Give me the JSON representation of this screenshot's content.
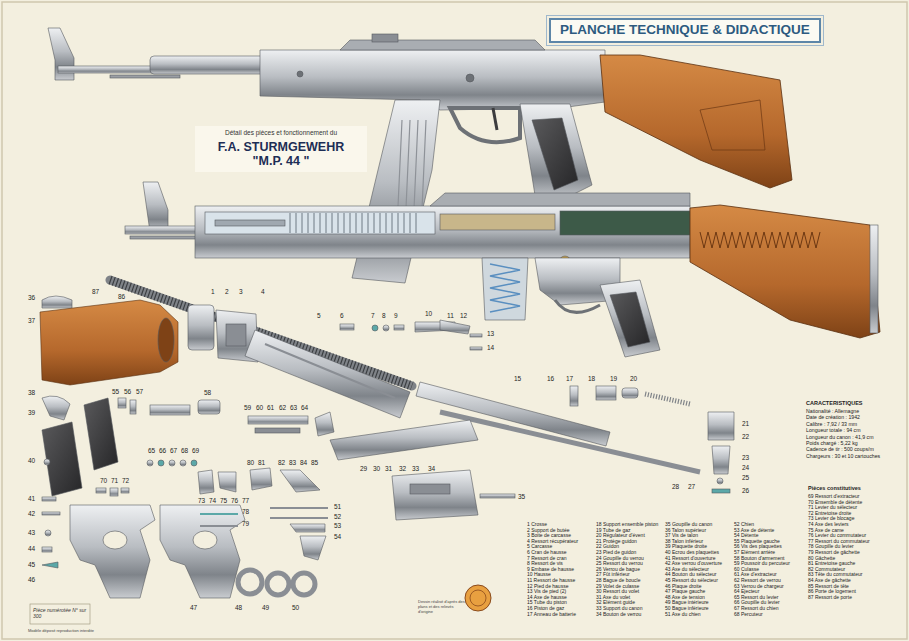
{
  "diagram": {
    "title": "PLANCHE TECHNIQUE & DIDACTIQUE",
    "nodes": [
      {
        "text": [
          "Détail des pièces et fonctionnement du",
          "F.A. STURMGEWEHR",
          "\"M.P. 44 \""
        ]
      }
    ],
    "labels": [
      "1",
      "2",
      "3",
      "4",
      "5",
      "6",
      "7",
      "8",
      "9",
      "10",
      "11",
      "12",
      "13",
      "14",
      "15",
      "16",
      "17",
      "18",
      "19",
      "20",
      "21",
      "22",
      "23",
      "24",
      "25",
      "26",
      "27",
      "28",
      "29",
      "30",
      "31",
      "32",
      "33",
      "34",
      "35",
      "36",
      "37",
      "38",
      "39",
      "40",
      "41",
      "42",
      "43",
      "44",
      "45",
      "46",
      "47",
      "48",
      "49",
      "50",
      "51",
      "52",
      "53",
      "54",
      "55",
      "56",
      "57",
      "58",
      "59",
      "60",
      "61",
      "62",
      "63",
      "64",
      "65",
      "66",
      "67",
      "68",
      "69",
      "70",
      "71",
      "72",
      "73",
      "74",
      "75",
      "76",
      "77",
      "78",
      "79",
      "80",
      "81",
      "82",
      "83",
      "84",
      "85",
      "86",
      "87",
      "1 Crosse",
      "2 Support de butée",
      "3 Boite de carcasse",
      "4 Ressort récupérateur",
      "5 Carcasse",
      "6 Cran de hausse",
      "7 Ressort de cran",
      "8 Ressort de vis",
      "9 Embase de hausse",
      "10 Hausse",
      "11 Ressort de hausse",
      "12 Pied de hausse",
      "13 Vis de pied (2)",
      "14 Axe de hausse",
      "15 Tube du piston",
      "16 Piston de gaz",
      "17 Anneau de batterie",
      "18 Support ensemble piston",
      "19 Tube de gaz",
      "20 Régulateur d'évent",
      "21 Protège guidon",
      "22 Guidon",
      "23 Pied de guidon",
      "24 Goupille du verrou",
      "25 Ressort du verrou",
      "26 Verrou de bague",
      "27 Fût inférieur",
      "28 Bague de boucle",
      "29 Volet de culasse",
      "30 Ressort du volet",
      "31 Axe du volet",
      "32 Elément guide",
      "33 Support du canon",
      "34 Bouton de verrou",
      "35 Goupille du canon",
      "36 Talon supérieur",
      "37 Vis de talon",
      "38 Talon inférieur",
      "39 Plaquette droite",
      "40 Ecrou des plaquettes",
      "41 Ressort d'ouverture",
      "42 Axe verrou d'ouverture",
      "43 Axe du sélecteur",
      "44 Bouton du sélecteur",
      "45 Ressort du sélecteur",
      "46 Plaque droite",
      "47 Plaque gauche",
      "48 Axe de tension",
      "49 Bague intérieure",
      "50 Bague inférieure",
      "51 Axe du chien",
      "52 Chien",
      "53 Axe de détente",
      "54 Détente",
      "55 Plaquette gauche",
      "56 Vis des plaquettes",
      "57 Elément arrière",
      "58 Bouton d'armement",
      "59 Poussoir du percuteur",
      "60 Culasse",
      "61 Axe d'extracteur",
      "62 Ressort de verrou",
      "63 Verrou de chargeur",
      "64 Ejecteur",
      "65 Ressort du levier",
      "66 Goupille du levier",
      "67 Ressort du chien",
      "68 Percuteur",
      "Pièces constitutives",
      "69 Ressort d'extracteur",
      "70 Ensemble de détente",
      "71 Levier du sélecteur",
      "72 Entretoise droite",
      "73 Levier de blocage",
      "74 Axe des leviers",
      "75 Axe de came",
      "76 Levier du commutateur",
      "77 Ressort du commutateur",
      "78 Goupille du levier",
      "79 Ressort de gâchette",
      "80 Gâchette",
      "81 Entretoise gauche",
      "82 Commutateur",
      "83 Tête du commutateur",
      "84 Axe de gâchette",
      "85 Ressort de tête",
      "86 Porte de logement",
      "87 Ressort de porte",
      "CARACTERISTIQUES",
      "Nationalité : Allemagne",
      "Date de création : 1942",
      "Calibre : 7,92 / 33 mm",
      "Longueur totale : 94 cm",
      "Longueur du canon : 41,9 cm",
      "Poids chargé : 5,22 kg",
      "Cadence de tir : 500 coups/m",
      "Chargeurs : 30 et 10 cartouches",
      "Pièce numérotée N° sur 300",
      "Modèle déposé reproduction interdite",
      "Dessin réalisé d'après des plans et des relevés d'origine"
    ]
  }
}
